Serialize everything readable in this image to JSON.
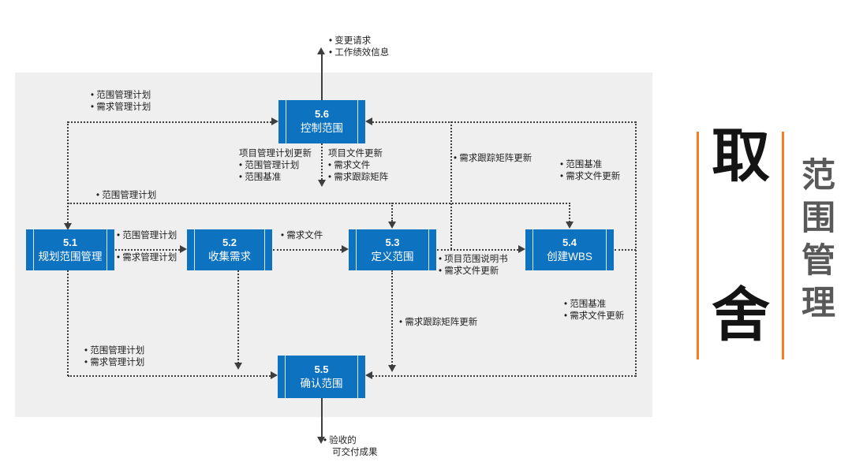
{
  "slide": {
    "background": "#ffffff",
    "panel_color": "#efefef",
    "node_color": "#0d72c0",
    "node_text_color": "#ffffff",
    "line_color": "#3e3e3e",
    "accent_orange": "#fb7c20",
    "subtitle_gray": "#595959",
    "title_black": "#141414"
  },
  "nodes": {
    "n51": {
      "num": "5.1",
      "name": "规划范围管理"
    },
    "n52": {
      "num": "5.2",
      "name": "收集需求"
    },
    "n53": {
      "num": "5.3",
      "name": "定义范围"
    },
    "n54": {
      "num": "5.4",
      "name": "创建WBS"
    },
    "n55": {
      "num": "5.5",
      "name": "确认范围"
    },
    "n56": {
      "num": "5.6",
      "name": "控制范围"
    }
  },
  "labels": {
    "out_56": [
      "• 变更请求",
      "• 工作绩效信息"
    ],
    "in_56_left": [
      "• 范围管理计划",
      "• 需求管理计划"
    ],
    "pm_plan_updates": [
      "项目管理计划更新",
      "• 范围管理计划",
      "• 范围基准"
    ],
    "doc_updates": [
      "项目文件更新",
      "• 需求文件",
      "• 需求跟踪矩阵"
    ],
    "scope_plan_mid": [
      "• 范围管理计划"
    ],
    "plan_51_52_top": [
      "• 范围管理计划"
    ],
    "plan_51_52_bottom": [
      "• 需求管理计划"
    ],
    "req_doc_52_53": [
      "• 需求文件"
    ],
    "out_53": [
      "• 项目范围说明书",
      "• 需求文件更新"
    ],
    "rtm_update_top": [
      "• 需求跟踪矩阵更新"
    ],
    "baseline_top": [
      "• 范围基准",
      "• 需求文件更新"
    ],
    "baseline_bottom": [
      "• 范围基准",
      "• 需求文件更新"
    ],
    "rtm_update_bottom": [
      "• 需求跟踪矩阵更新"
    ],
    "in_55_left": [
      "• 范围管理计划",
      "• 需求管理计划"
    ],
    "out_55": [
      "• 验收的",
      "可交付成果"
    ]
  },
  "title": {
    "main": [
      "取",
      "舍"
    ],
    "side": [
      "范",
      "围",
      "管",
      "理"
    ]
  }
}
